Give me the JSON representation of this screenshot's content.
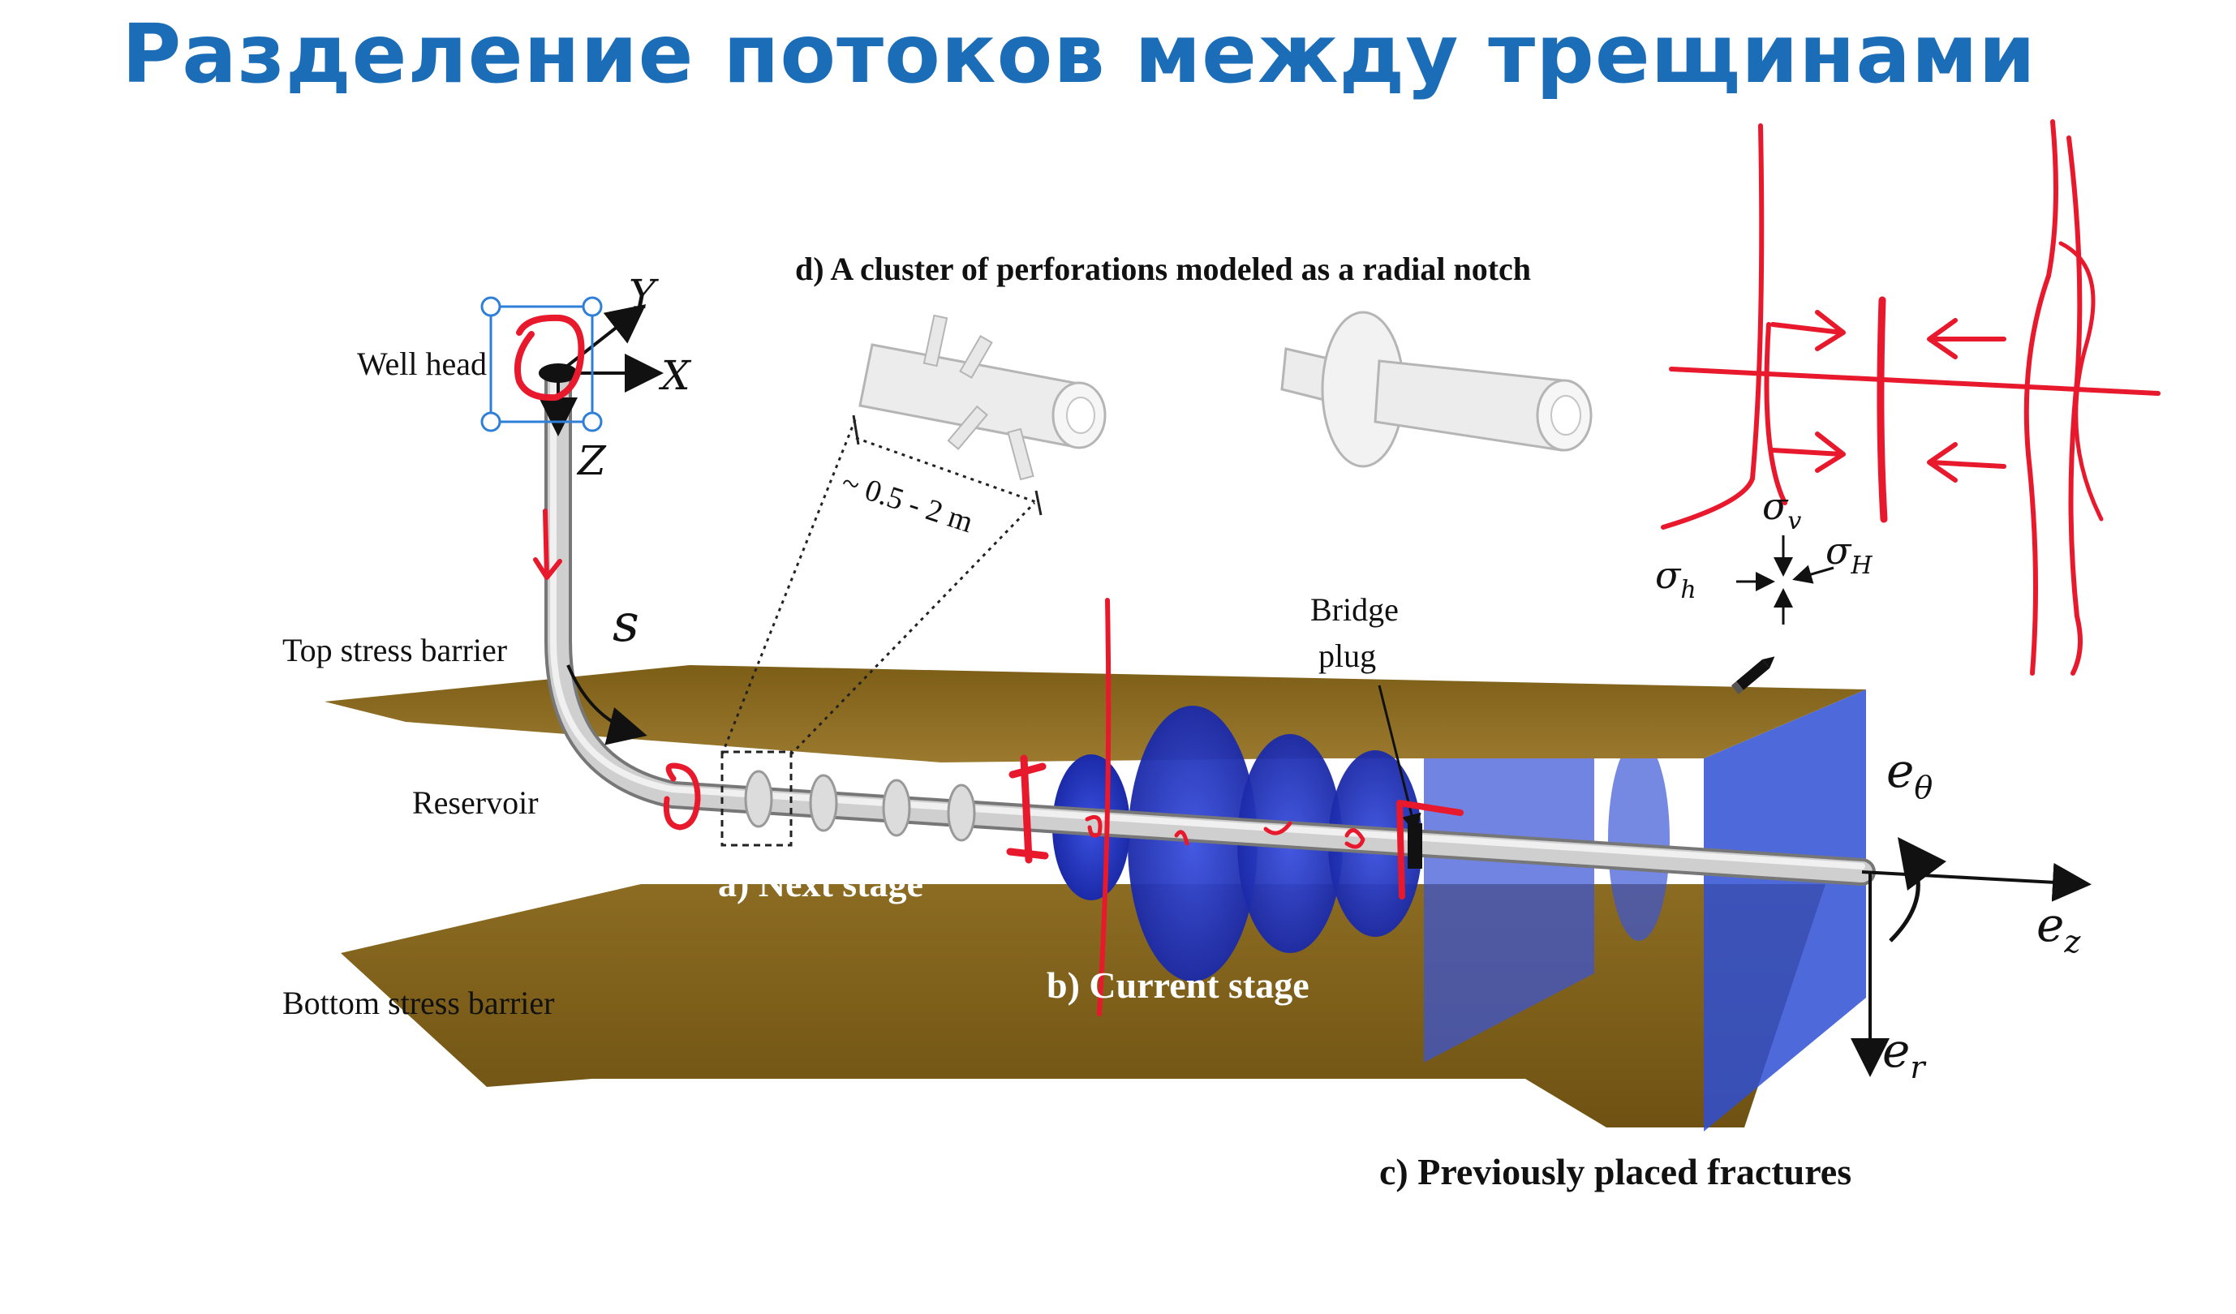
{
  "slide": {
    "title": "Разделение потоков между трещинами"
  },
  "labels": {
    "well_head": "Well head",
    "axis_x": "X",
    "axis_y": "Y",
    "axis_z": "Z",
    "arc_s": "s",
    "top_barrier": "Top stress barrier",
    "reservoir": "Reservoir",
    "bottom_barrier": "Bottom stress barrier",
    "cluster_title": "d) A cluster of perforations modeled as a radial notch",
    "spacing": "~ 0.5 - 2 m",
    "bridge_plug_line1": "Bridge",
    "bridge_plug_line2": "plug",
    "next_stage": "a) Next stage",
    "current_stage": "b) Current stage",
    "previous_fractures": "c) Previously placed fractures",
    "sigma_v": "σ",
    "sigma_v_sub": "v",
    "sigma_H": "σ",
    "sigma_H_sub": "H",
    "sigma_h": "σ",
    "sigma_h_sub": "h",
    "e_theta": "e",
    "e_theta_sub": "θ",
    "e_z": "e",
    "e_z_sub": "z",
    "e_r": "e",
    "e_r_sub": "r"
  },
  "colors": {
    "title": "#1c6db8",
    "barrier": "#8a6a1e",
    "fracture": "#2a3ec8",
    "annotation": "#e8192c",
    "selection": "#2f7fd8"
  },
  "icons": [
    "pencil-icon",
    "selection-handles"
  ]
}
